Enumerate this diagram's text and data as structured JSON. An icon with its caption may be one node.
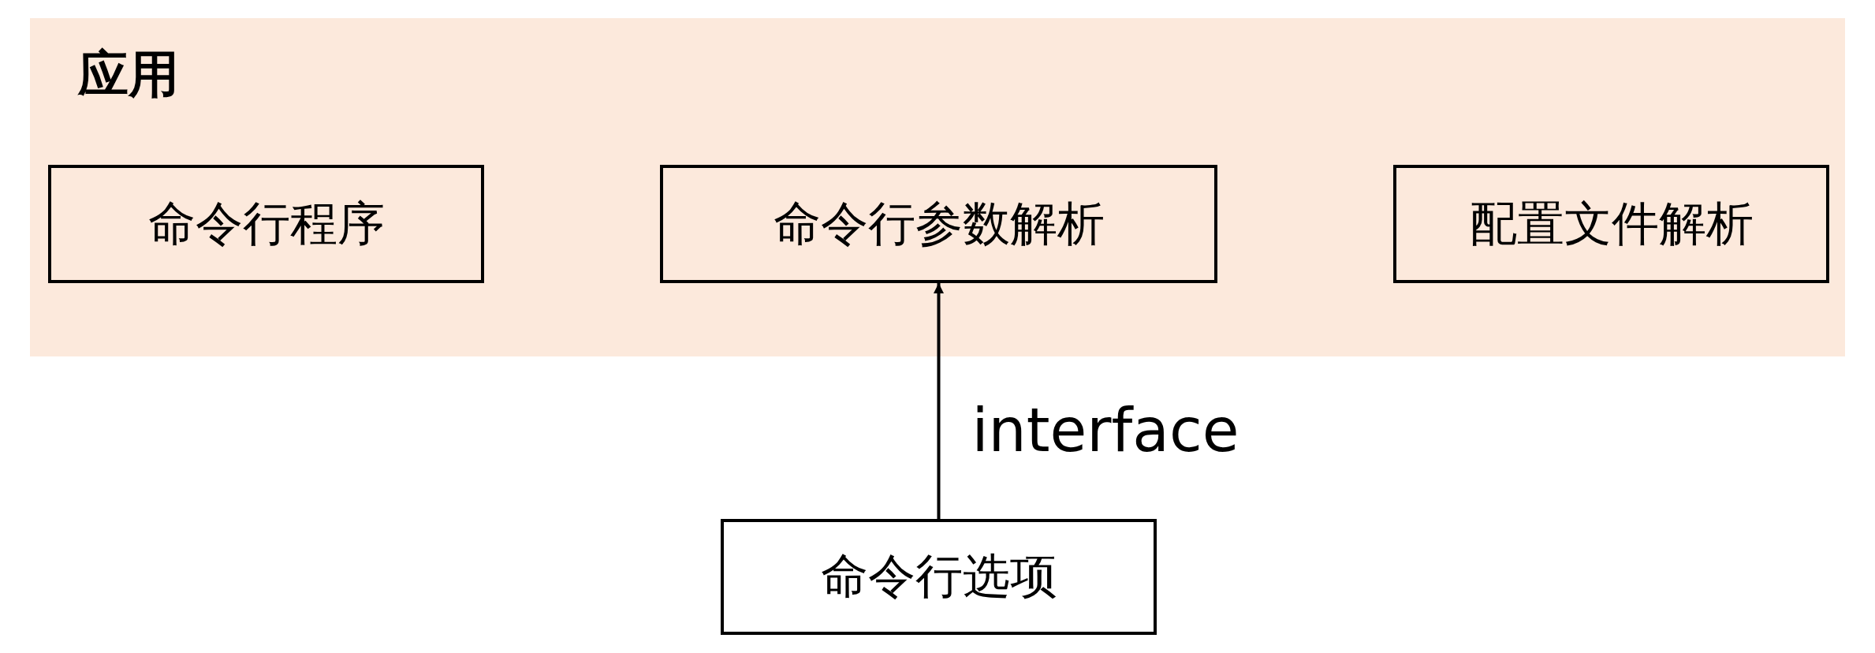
{
  "diagram": {
    "nodes": [
      {
        "text": [
          "应用"
        ]
      },
      {
        "text": [
          "命令行程序"
        ],
        "in": 0
      },
      {
        "text": [
          "命令行参数解析"
        ],
        "in": 0
      },
      {
        "text": [
          "配置文件解析"
        ],
        "in": 0
      },
      {
        "text": [
          "命令行选项"
        ]
      }
    ],
    "edges": [
      {
        "from": 4,
        "to": 2,
        "arrow": "to",
        "label": "interface"
      }
    ]
  }
}
